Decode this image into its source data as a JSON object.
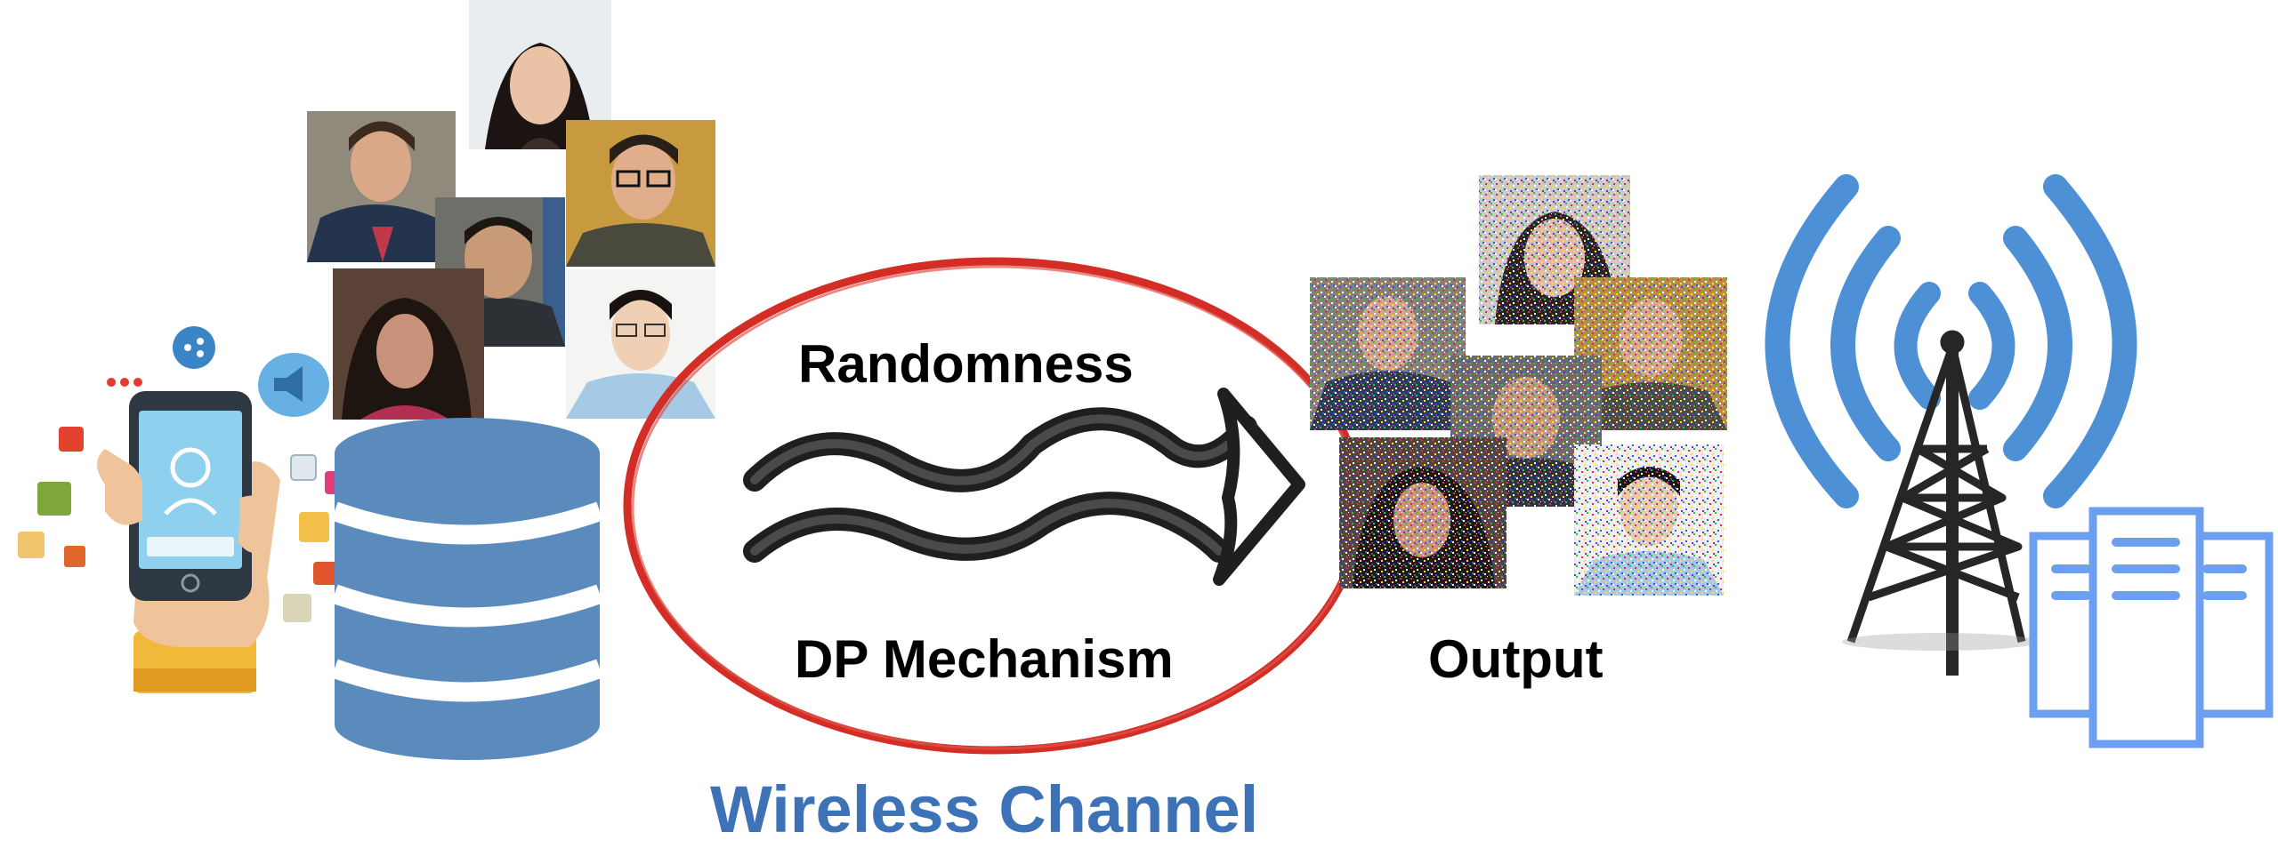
{
  "labels": {
    "randomness": "Randomness",
    "dp_mechanism": "DP Mechanism",
    "output": "Output",
    "wireless_channel": "Wireless Channel"
  },
  "icons": {
    "phone": "smartphone-in-hand-icon",
    "database": "database-icon",
    "arrow": "wavy-double-arrow-icon",
    "tower": "radio-tower-icon",
    "server": "server-documents-icon"
  },
  "colors": {
    "database": "#5b8bbd",
    "wireless_text": "#3d72b6",
    "ellipse": "#d42d25",
    "tower_waves": "#4d90d6",
    "server": "#6c9ff0",
    "arrow": "#1f1f1f"
  }
}
